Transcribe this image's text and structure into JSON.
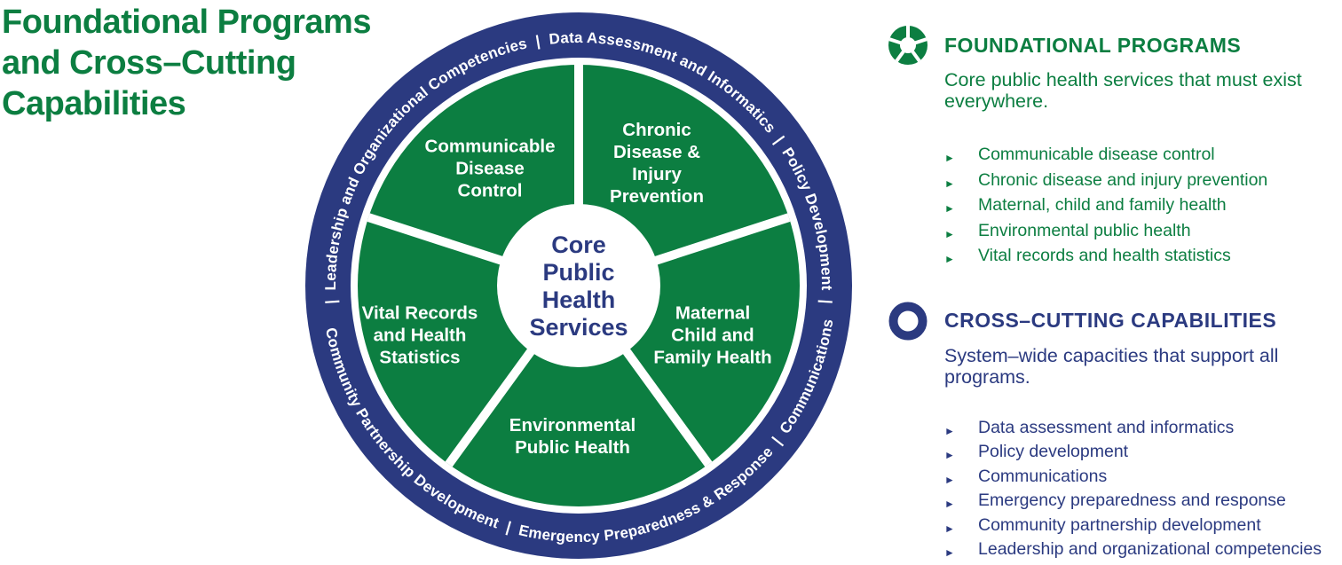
{
  "colors": {
    "green": "#0c7e41",
    "navy": "#2b3a80",
    "white": "#ffffff"
  },
  "title": "Foundational Programs\nand Cross–Cutting\nCapabilities",
  "diagram": {
    "center_label": "Core\nPublic\nHealth\nServices",
    "wedges": [
      "Communicable\nDisease\nControl",
      "Chronic\nDisease &\nInjury\nPrevention",
      "Maternal\nChild and\nFamily Health",
      "Environmental\nPublic Health",
      "Vital Records\nand Health\nStatistics"
    ],
    "ring_text_top": "|  Leadership and Organizational Competencies  |  Data Assessment and Informatics  |  Policy Development  |",
    "ring_text_bottom": "Community Partnership Development  |  Emergency Preparedness & Response  |  Communications"
  },
  "legend": {
    "bullet_glyph": "►",
    "foundational": {
      "icon": "segmented-wheel-icon",
      "heading": "FOUNDATIONAL PROGRAMS",
      "description": "Core public health services that must exist everywhere.",
      "items": [
        "Communicable disease control",
        "Chronic disease and injury prevention",
        "Maternal, child and family health",
        "Environmental public health",
        "Vital records and health statistics"
      ]
    },
    "crosscutting": {
      "icon": "ring-icon",
      "heading": "CROSS–CUTTING CAPABILITIES",
      "description": "System–wide capacities that support all programs.",
      "items": [
        "Data assessment and informatics",
        "Policy development",
        "Communications",
        "Emergency preparedness and response",
        "Community partnership development",
        "Leadership and organizational competencies"
      ]
    }
  }
}
